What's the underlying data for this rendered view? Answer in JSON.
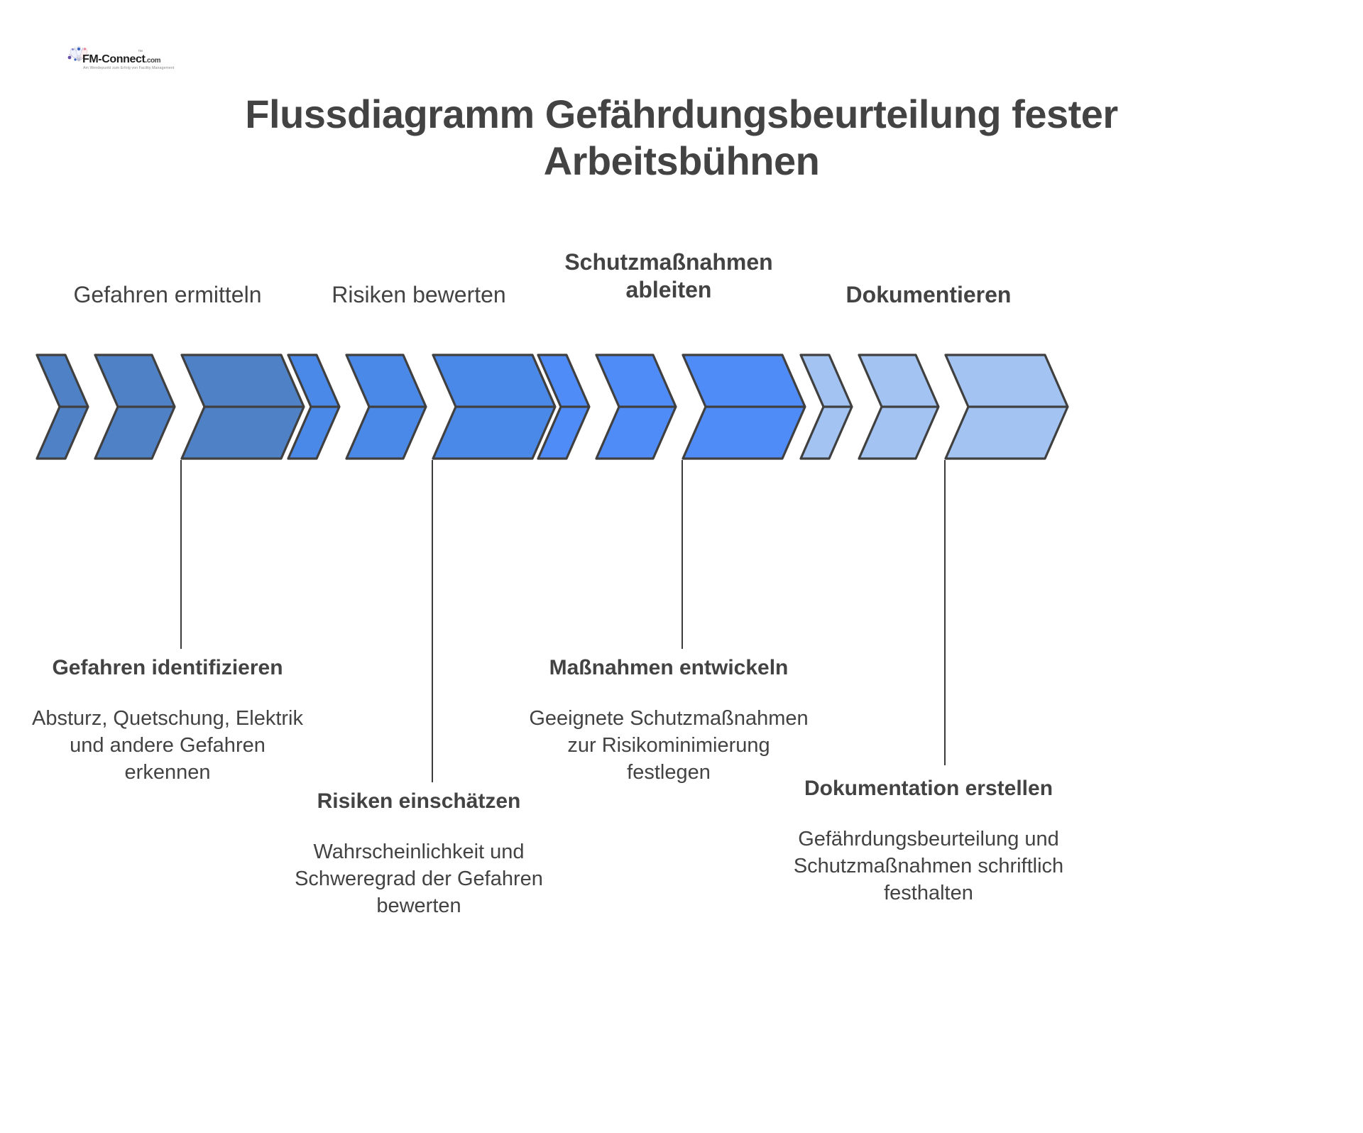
{
  "brand": {
    "name": "FM-Connect",
    "suffix": ".com",
    "tm": "™",
    "tagline": "Am Wendepunkt zum Erfolg von Facility Management",
    "logo_icon": "starburst-flower-icon"
  },
  "page": {
    "title": "Flussdiagramm Gefährdungsbeurteilung fester Arbeitsbühnen"
  },
  "colors": {
    "stage1_fill": "#4f81c7",
    "stage2_fill": "#4a89e8",
    "stage3_fill": "#4f8cf7",
    "stage4_fill": "#a3c4f3",
    "outline": "#404040",
    "text": "#434343",
    "connector": "#3c3c3c",
    "background": "#ffffff"
  },
  "stages": [
    {
      "id": "stage-1",
      "header": "Gefahren ermitteln",
      "header_bold": false,
      "detail_title": "Gefahren identifizieren",
      "detail_body": "Absturz, Quetschung, Elektrik und andere Gefahren erkennen",
      "chevron_count": 3,
      "fill": "#4f81c7"
    },
    {
      "id": "stage-2",
      "header": "Risiken bewerten",
      "header_bold": false,
      "detail_title": "Risiken einschätzen",
      "detail_body": "Wahrscheinlichkeit und Schweregrad der Gefahren bewerten",
      "chevron_count": 3,
      "fill": "#4a89e8"
    },
    {
      "id": "stage-3",
      "header": "Schutzmaßnahmen ableiten",
      "header_bold": true,
      "detail_title": "Maßnahmen entwickeln",
      "detail_body": "Geeignete Schutzmaßnahmen zur Risikominimierung festlegen",
      "chevron_count": 3,
      "fill": "#4f8cf7"
    },
    {
      "id": "stage-4",
      "header": "Dokumentieren",
      "header_bold": true,
      "detail_title": "Dokumentation erstellen",
      "detail_body": "Gefährdungsbeurteilung und Schutzmaßnahmen schriftlich festhalten",
      "chevron_count": 3,
      "fill": "#a3c4f3"
    }
  ]
}
